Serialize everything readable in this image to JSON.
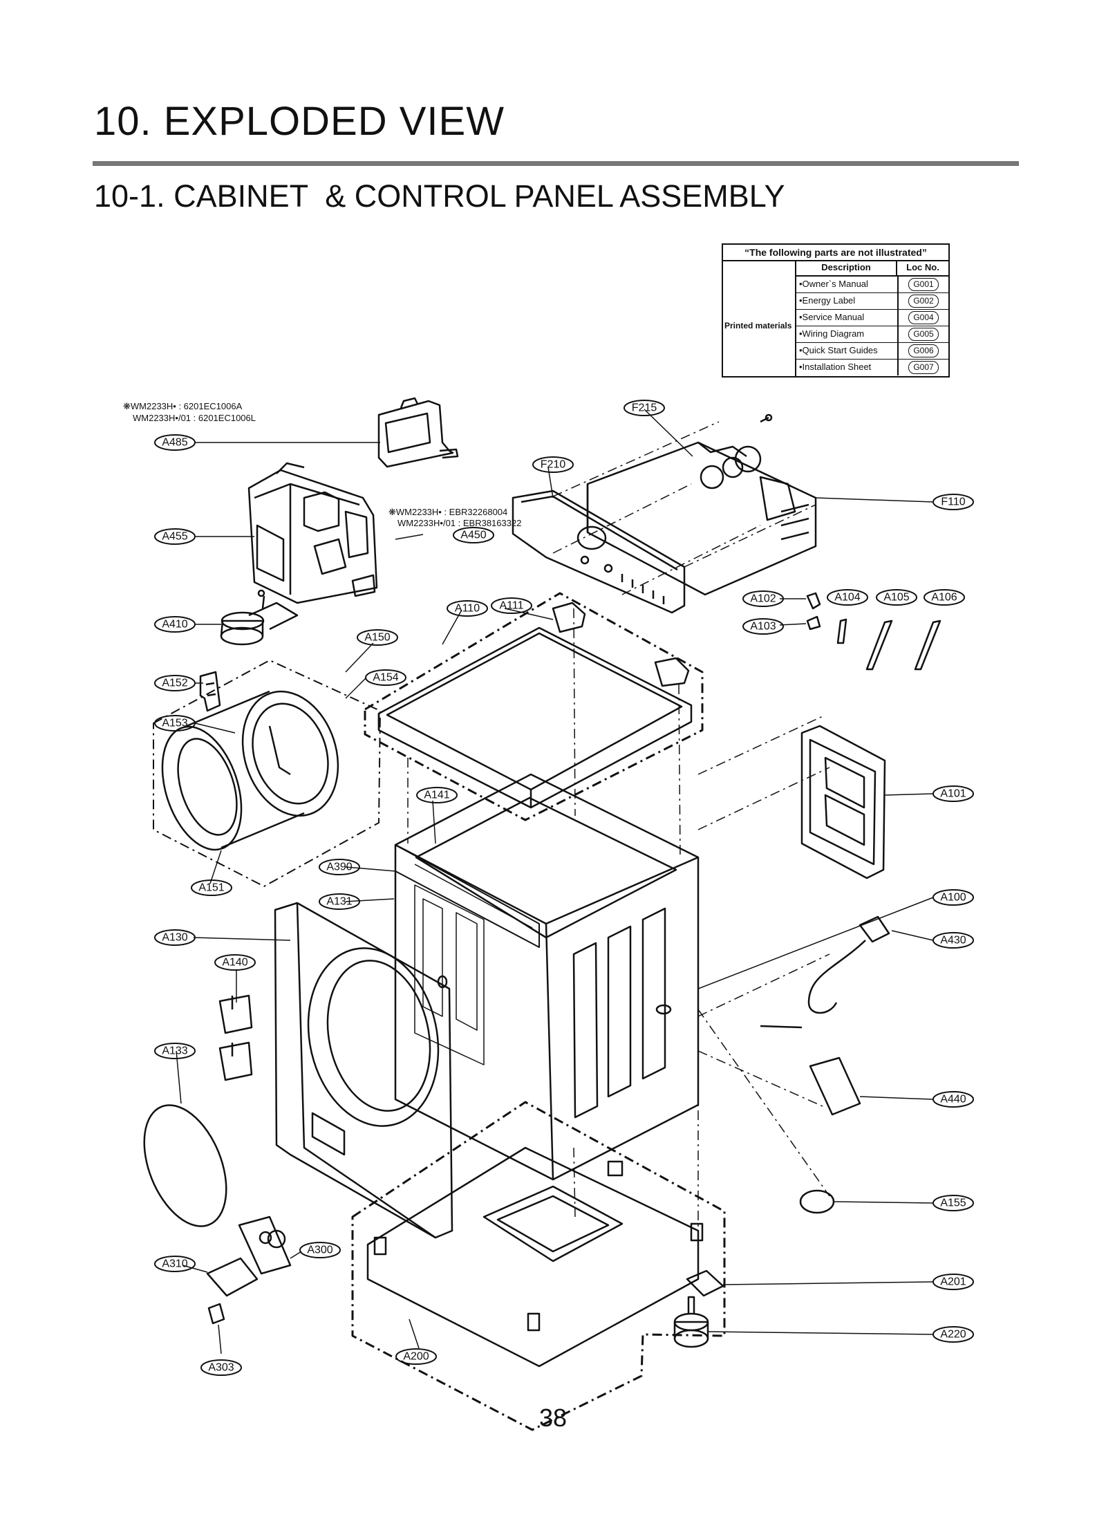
{
  "page": {
    "title": "10. EXPLODED VIEW",
    "subtitle": "10-1. CABINET  & CONTROL PANEL ASSEMBLY",
    "page_number": "38"
  },
  "table": {
    "title": "“The following parts are not illustrated”",
    "headers": {
      "description": "Description",
      "loc": "Loc No."
    },
    "group": "Printed materials",
    "rows": [
      {
        "description": "•Owner`s Manual",
        "loc": "G001"
      },
      {
        "description": "•Energy Label",
        "loc": "G002"
      },
      {
        "description": "•Service Manual",
        "loc": "G004"
      },
      {
        "description": "•Wiring Diagram",
        "loc": "G005"
      },
      {
        "description": "•Quick Start Guides",
        "loc": "G006"
      },
      {
        "description": "•Installation Sheet",
        "loc": "G007"
      }
    ]
  },
  "notes": {
    "a485_line1": "❋WM2233H• : 6201EC1006A",
    "a485_line2": "WM2233H•/01 : 6201EC1006L",
    "a450_line1": "❋WM2233H• : EBR32268004",
    "a450_line2": "WM2233H•/01 : EBR38163322"
  },
  "labels": {
    "A485": "A485",
    "A455": "A455",
    "A450": "A450",
    "A410": "A410",
    "A150": "A150",
    "A152": "A152",
    "A154": "A154",
    "A153": "A153",
    "A151": "A151",
    "A110": "A110",
    "A111": "A111",
    "A141": "A141",
    "A390": "A390",
    "A131": "A131",
    "A130": "A130",
    "A140": "A140",
    "A133": "A133",
    "A310": "A310",
    "A300": "A300",
    "A303": "A303",
    "A200": "A200",
    "F215": "F215",
    "F210": "F210",
    "F110": "F110",
    "A102": "A102",
    "A103": "A103",
    "A104": "A104",
    "A105": "A105",
    "A106": "A106",
    "A101": "A101",
    "A100": "A100",
    "A430": "A430",
    "A440": "A440",
    "A155": "A155",
    "A201": "A201",
    "A220": "A220"
  }
}
